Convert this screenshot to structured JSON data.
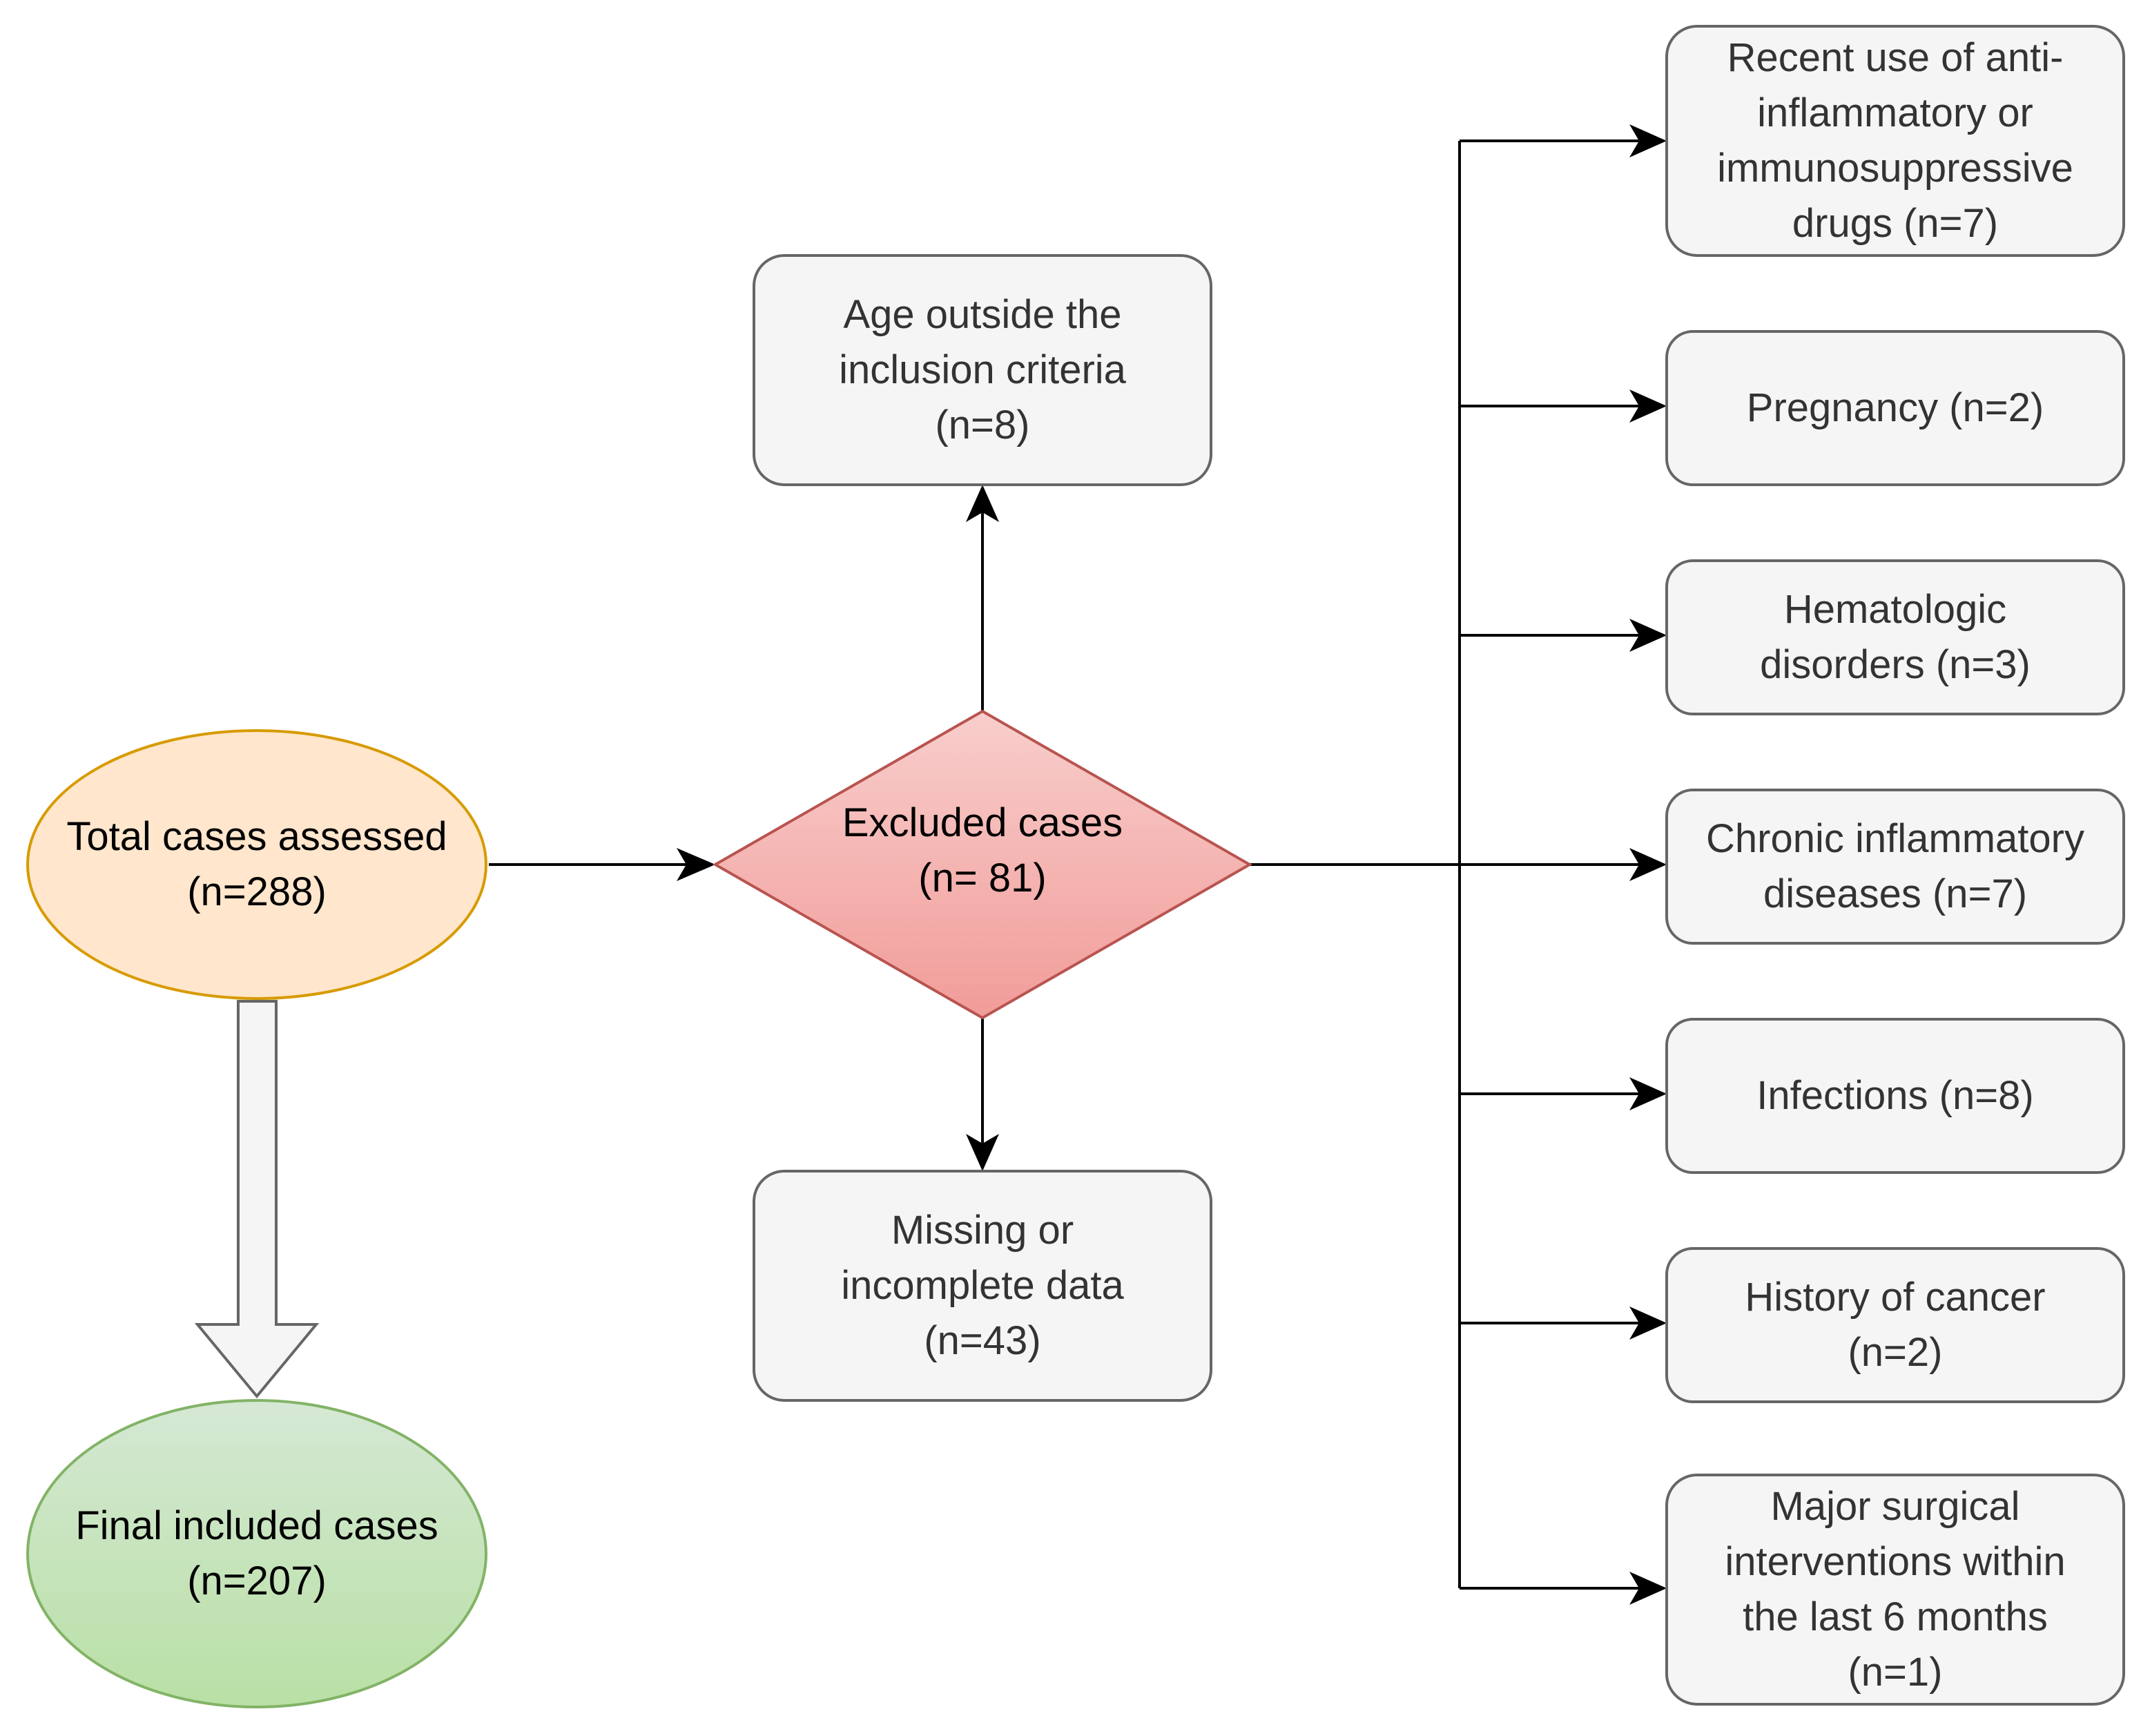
{
  "colors": {
    "box_fill": "#f5f5f5",
    "box_stroke": "#666666",
    "start_fill": "#ffe6cc",
    "start_stroke": "#d79b00",
    "end_fill_top": "#d5e8d4",
    "end_fill_bottom": "#b9e0a5",
    "end_stroke": "#82b366",
    "diamond_fill_top": "#f8cecc",
    "diamond_fill_bottom": "#f19c99",
    "diamond_stroke": "#b85450",
    "connector": "#000000"
  },
  "nodes": {
    "start": {
      "lines": [
        "Total cases assessed",
        "(n=288)"
      ]
    },
    "final": {
      "lines": [
        "Final included cases",
        "(n=207)"
      ]
    },
    "excluded": {
      "lines": [
        "Excluded cases",
        "(n= 81)"
      ]
    },
    "age": {
      "lines": [
        "Age outside the",
        "inclusion criteria",
        "(n=8)"
      ]
    },
    "missing": {
      "lines": [
        "Missing or",
        "incomplete data",
        "(n=43)"
      ]
    }
  },
  "exclusions": [
    {
      "id": "drugs",
      "lines": [
        "Recent use of anti-",
        "inflammatory or",
        "immunosuppressive",
        "drugs (n=7)"
      ]
    },
    {
      "id": "pregnancy",
      "lines": [
        "Pregnancy (n=2)"
      ]
    },
    {
      "id": "hematologic",
      "lines": [
        "Hematologic",
        "disorders (n=3)"
      ]
    },
    {
      "id": "chronic",
      "lines": [
        "Chronic inflammatory",
        "diseases (n=7)"
      ]
    },
    {
      "id": "infections",
      "lines": [
        "Infections (n=8)"
      ]
    },
    {
      "id": "cancer",
      "lines": [
        "History of cancer",
        "(n=2)"
      ]
    },
    {
      "id": "surgery",
      "lines": [
        "Major surgical",
        "interventions within",
        "the last 6 months",
        "(n=1)"
      ]
    }
  ]
}
